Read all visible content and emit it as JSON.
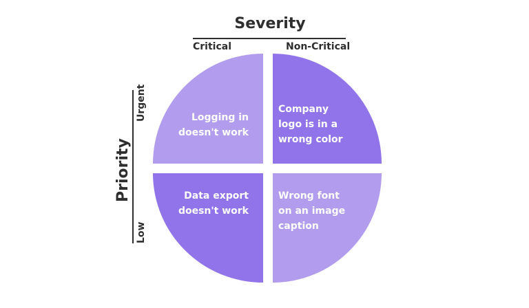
{
  "header": {
    "title": "Severity",
    "columns": [
      "Critical",
      "Non-Critical"
    ]
  },
  "side": {
    "title": "Priority",
    "rows": [
      "Urgent",
      "Low"
    ]
  },
  "colors": {
    "light_purple": "#b19cee",
    "dark_purple": "#9174ea",
    "text": "#2e2e2e"
  },
  "quadrants": {
    "urgent_critical": {
      "lines": [
        "Logging in",
        "doesn't work"
      ]
    },
    "urgent_noncritical": {
      "lines": [
        "Company",
        "logo is in a",
        "wrong color"
      ]
    },
    "low_critical": {
      "lines": [
        "Data export",
        "doesn't work"
      ]
    },
    "low_noncritical": {
      "lines": [
        "Wrong font",
        "on an image",
        "caption"
      ]
    }
  }
}
